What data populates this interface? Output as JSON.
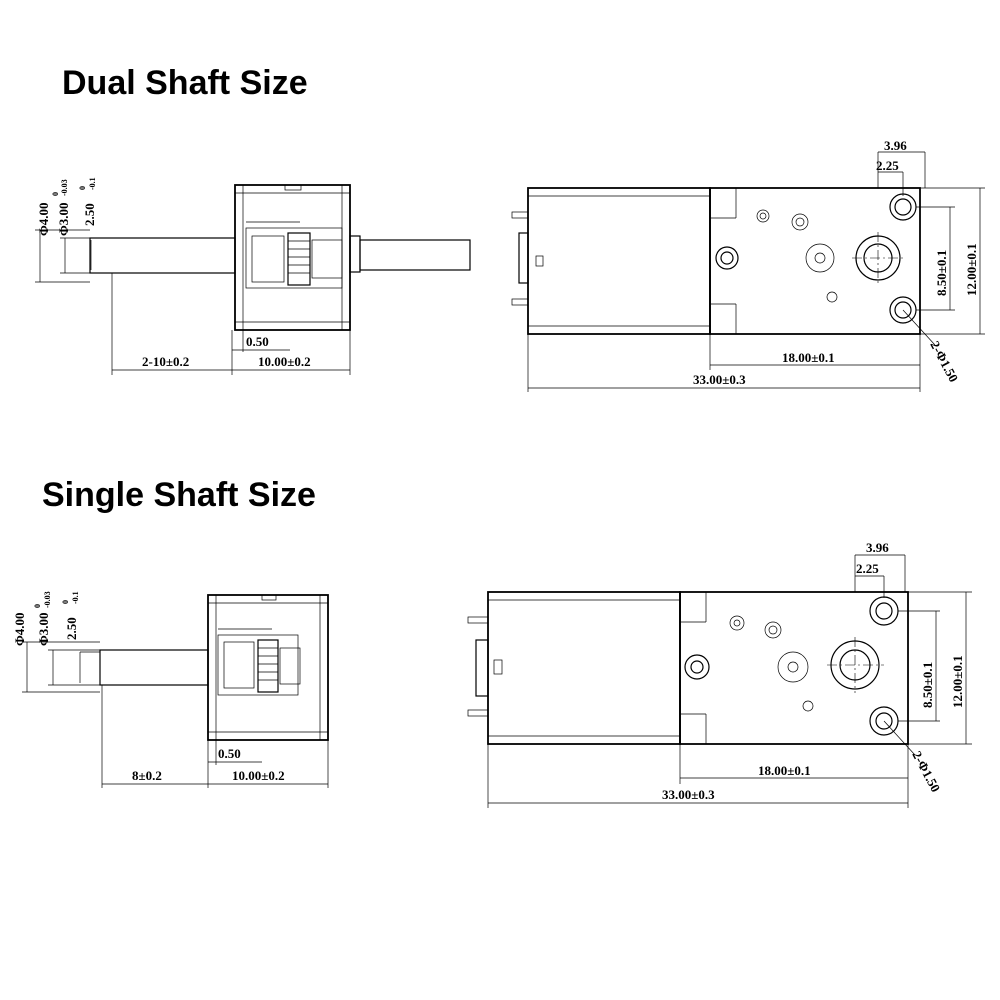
{
  "dual": {
    "title": "Dual Shaft Size",
    "dims": {
      "d1": "Φ4.00",
      "d2": "Φ3.00",
      "d2_tol_up": "0",
      "d2_tol_low": "-0.03",
      "d3": "2.50",
      "d3_tol_up": "0",
      "d3_tol_low": "-0.1",
      "shaft_len": "2-10±0.2",
      "gap": "0.50",
      "body_len": "10.00±0.2",
      "w396": "3.96",
      "w225": "2.25",
      "h850": "8.50±0.1",
      "h1200": "12.00±0.1",
      "l1800": "18.00±0.1",
      "l3300": "33.00±0.3",
      "hole": "2-Φ1.50"
    }
  },
  "single": {
    "title": "Single Shaft Size",
    "dims": {
      "d1": "Φ4.00",
      "d2": "Φ3.00",
      "d2_tol_up": "0",
      "d2_tol_low": "-0.03",
      "d3": "2.50",
      "d3_tol_up": "0",
      "d3_tol_low": "-0.1",
      "shaft_len": "8±0.2",
      "gap": "0.50",
      "body_len": "10.00±0.2",
      "w396": "3.96",
      "w225": "2.25",
      "h850": "8.50±0.1",
      "h1200": "12.00±0.1",
      "l1800": "18.00±0.1",
      "l3300": "33.00±0.3",
      "hole": "2-Φ1.50"
    }
  }
}
